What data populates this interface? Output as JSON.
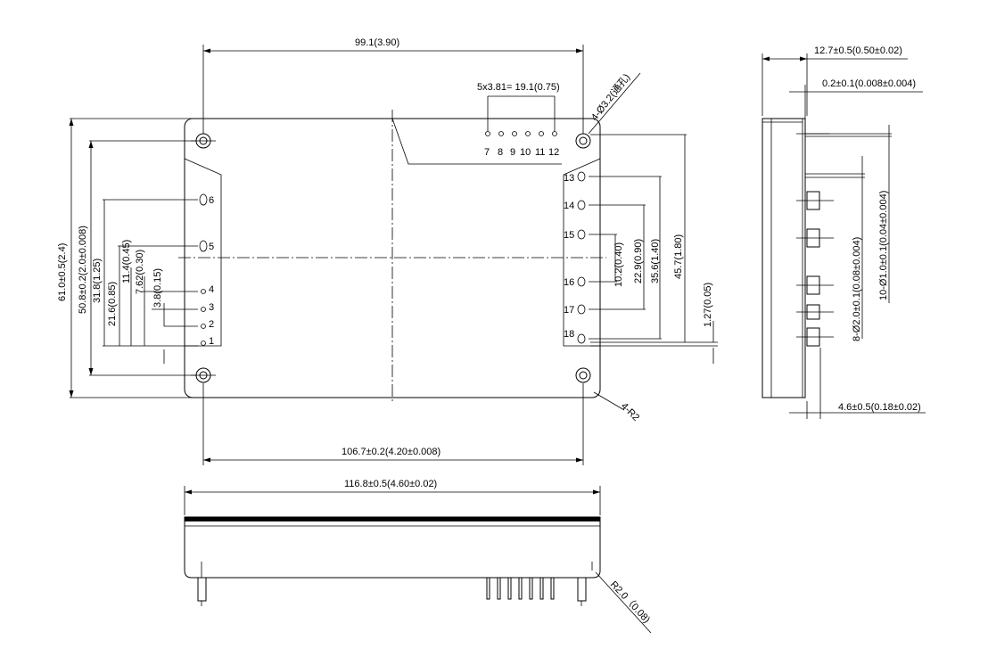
{
  "dimensions": {
    "width_total": "99.1(3.90)",
    "pin_span": "5x3.81= 19.1(0.75)",
    "mounting_hole": "4-Ø3.2(通孔)",
    "height_total": "61.0±0.5(2.4)",
    "height_holes": "50.8±0.2(2.0±0.008)",
    "left_31_8": "31.8(1.25)",
    "left_21_6": "21.6(0.85)",
    "left_11_4": "11.4(0.45)",
    "left_7_62": "7.62(0.30)",
    "left_3_8": "3.8(0.15)",
    "right_10_2": "10.2(0.40)",
    "right_22_9": "22.9(0.90)",
    "right_35_6": "35.6(1.40)",
    "right_45_7": "45.7(1.80)",
    "right_1_27": "1.27(0.05)",
    "corner_radius": "4-R2",
    "hole_spacing": "106.7±0.2(4.20±0.008)",
    "length_total": "116.8±0.5(4.60±0.02)",
    "bottom_radius": "R2.0（0.08)",
    "thickness": "12.7±0.5(0.50±0.02)",
    "flange": "0.2±0.1(0.008±0.004)",
    "pin_dia_10": "10-Ø1.0±0.1(0.04±0.004)",
    "pin_dia_8": "8-Ø2.0±0.1(0.08±0.004)",
    "pin_length": "4.6±0.5(0.18±0.02)"
  },
  "pins": {
    "p1": "1",
    "p2": "2",
    "p3": "3",
    "p4": "4",
    "p5": "5",
    "p6": "6",
    "p7": "7",
    "p8": "8",
    "p9": "9",
    "p10": "10",
    "p11": "11",
    "p12": "12",
    "p13": "13",
    "p14": "14",
    "p15": "15",
    "p16": "16",
    "p17": "17",
    "p18": "18"
  }
}
